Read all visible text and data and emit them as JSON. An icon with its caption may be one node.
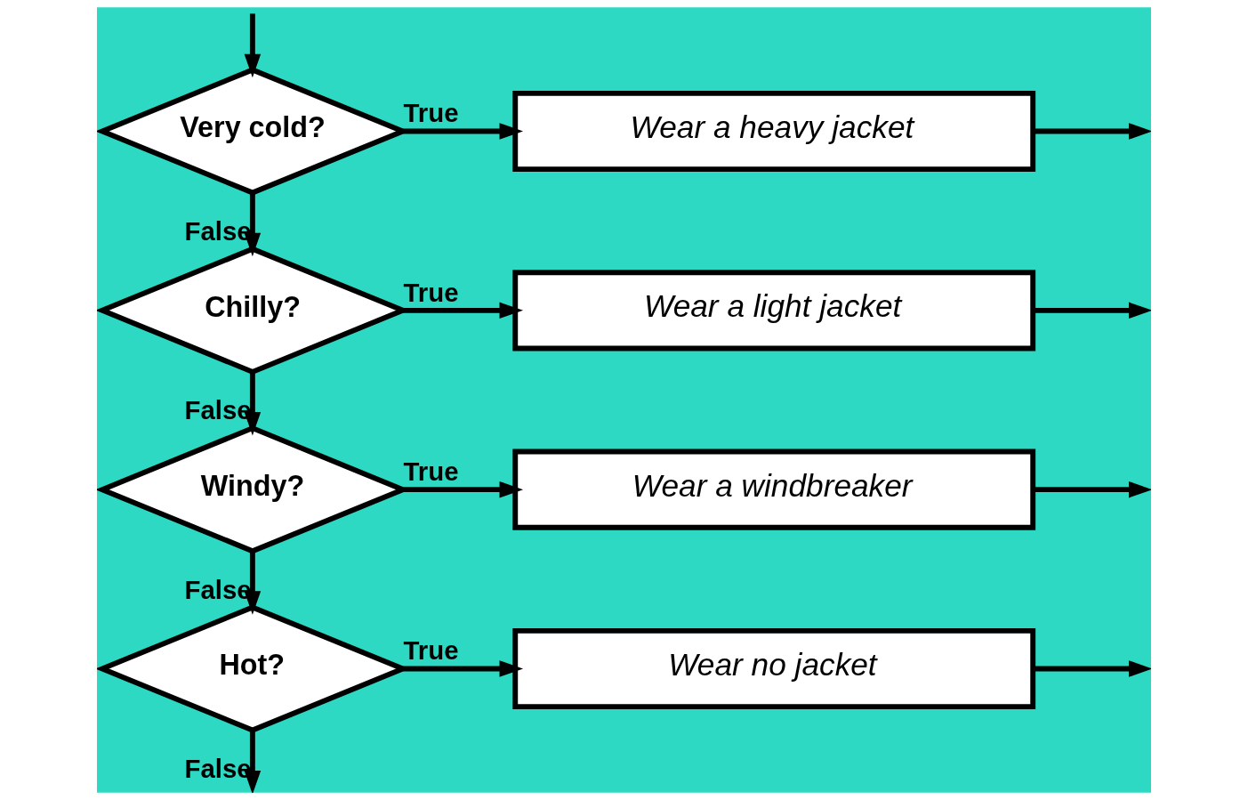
{
  "diagram": {
    "nodes": [
      {
        "text": [
          "Very cold?"
        ]
      },
      {
        "text": [
          "Wear a heavy jacket"
        ]
      },
      {
        "text": [
          "Chilly?"
        ]
      },
      {
        "text": [
          "Wear a light jacket"
        ]
      },
      {
        "text": [
          "Windy?"
        ]
      },
      {
        "text": [
          "Wear a windbreaker"
        ]
      },
      {
        "text": [
          "Hot?"
        ]
      },
      {
        "text": [
          "Wear no jacket"
        ]
      }
    ],
    "edges": [
      {
        "from": null,
        "to": 0,
        "arrow": "to"
      },
      {
        "from": 0,
        "to": 1,
        "label": "True",
        "arrow": "to"
      },
      {
        "from": 1,
        "to": null,
        "arrow": "to"
      },
      {
        "from": 0,
        "to": 2,
        "label": "False",
        "arrow": "to"
      },
      {
        "from": 2,
        "to": 3,
        "label": "True",
        "arrow": "to"
      },
      {
        "from": 3,
        "to": null,
        "arrow": "to"
      },
      {
        "from": 2,
        "to": 4,
        "label": "False",
        "arrow": "to"
      },
      {
        "from": 4,
        "to": 5,
        "label": "True",
        "arrow": "to"
      },
      {
        "from": 5,
        "to": null,
        "arrow": "to"
      },
      {
        "from": 4,
        "to": 6,
        "label": "False",
        "arrow": "to"
      },
      {
        "from": 6,
        "to": 7,
        "label": "True",
        "arrow": "to"
      },
      {
        "from": 7,
        "to": null,
        "arrow": "to"
      },
      {
        "from": 6,
        "to": null,
        "label": "False",
        "arrow": "to"
      }
    ]
  }
}
